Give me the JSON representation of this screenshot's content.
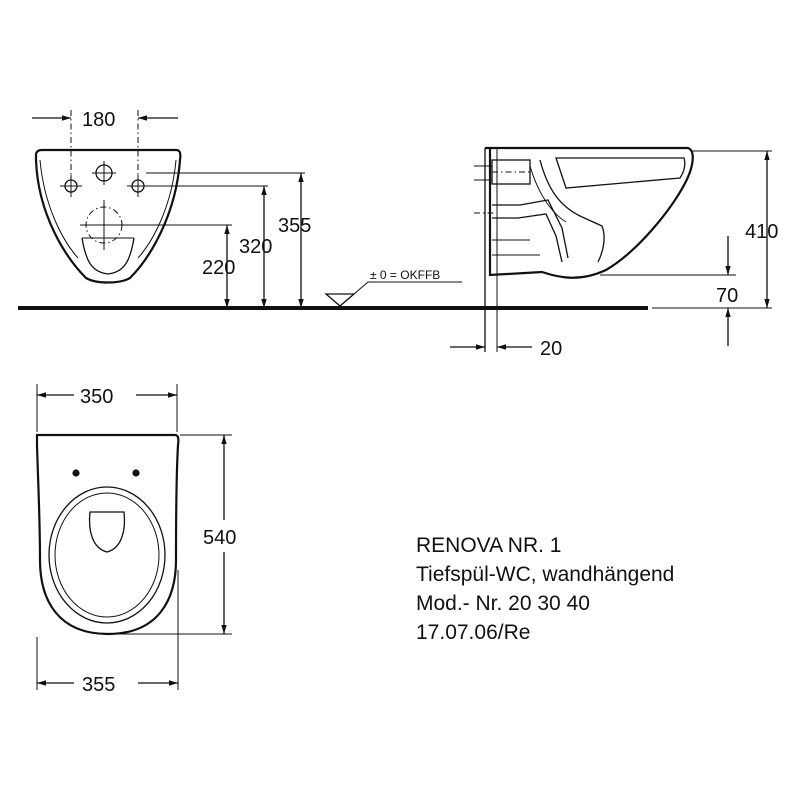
{
  "drawing": {
    "dimensions": {
      "front_width": "180",
      "front_height_outlet": "220",
      "front_height_lower_hole": "320",
      "front_height_upper_hole": "355",
      "side_height": "410",
      "side_clearance": "70",
      "side_wall_gap": "20",
      "top_width_back": "350",
      "top_length": "540",
      "top_width_front": "355"
    },
    "floor_reference_label": "± 0 = OKFFB"
  },
  "title_block": {
    "line1": "RENOVA NR. 1",
    "line2": "Tiefspül-WC, wandhängend",
    "line3": "Mod.- Nr. 20 30 40",
    "line4": "17.07.06/Re"
  },
  "colors": {
    "ink": "#111111",
    "background": "#ffffff"
  }
}
